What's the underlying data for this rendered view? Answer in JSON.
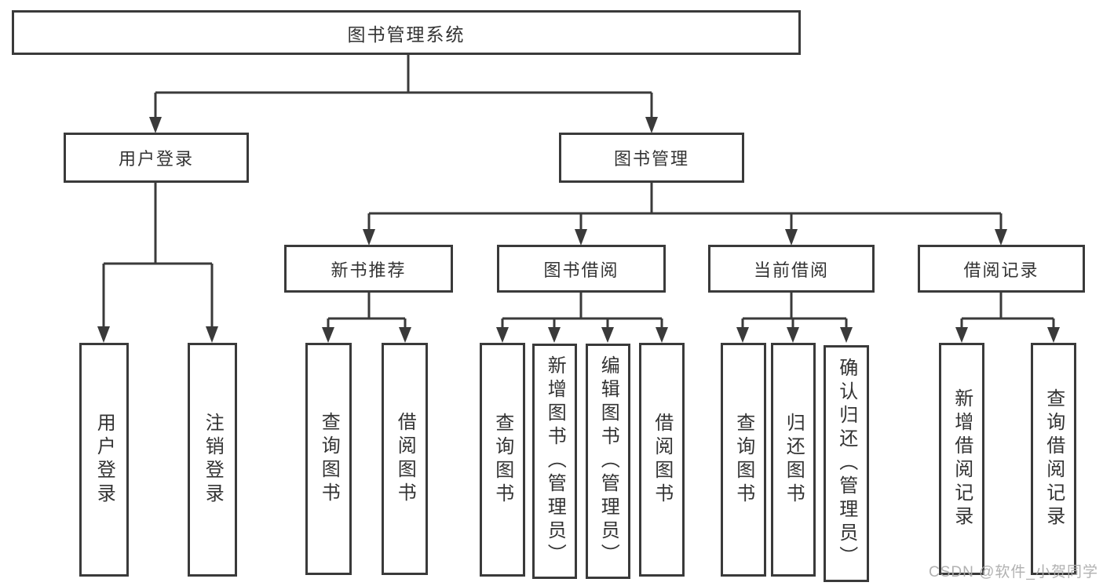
{
  "diagram_type": "function-structure-tree",
  "colors": {
    "line": "#3a3a3a",
    "text": "#333333",
    "background": "#ffffff",
    "watermark": "#ababab"
  },
  "tree": {
    "label": "图书管理系统",
    "children": [
      {
        "label": "用户登录",
        "children": [
          {
            "label": "用户登录"
          },
          {
            "label": "注销登录"
          }
        ]
      },
      {
        "label": "图书管理",
        "children": [
          {
            "label": "新书推荐",
            "children": [
              {
                "label": "查询图书"
              },
              {
                "label": "借阅图书"
              }
            ]
          },
          {
            "label": "图书借阅",
            "children": [
              {
                "label": "查询图书"
              },
              {
                "label": "新增图书（管理员）"
              },
              {
                "label": "编辑图书（管理员）"
              },
              {
                "label": "借阅图书"
              }
            ]
          },
          {
            "label": "当前借阅",
            "children": [
              {
                "label": "查询图书"
              },
              {
                "label": "归还图书"
              },
              {
                "label": "确认归还（管理员）"
              }
            ]
          },
          {
            "label": "借阅记录",
            "children": [
              {
                "label": "新增借阅记录"
              },
              {
                "label": "查询借阅记录"
              }
            ]
          }
        ]
      }
    ]
  },
  "watermark": {
    "text": "CSDN @软件_小贺同学"
  }
}
